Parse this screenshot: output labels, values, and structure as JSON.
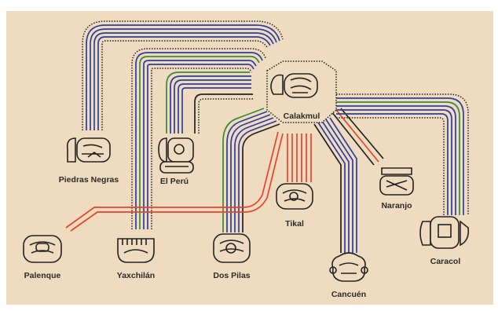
{
  "diagram": {
    "hub": {
      "label": "Calakmul",
      "glyph": "calakmul-emblem-glyph"
    },
    "sites": [
      {
        "key": "piedras",
        "label": "Piedras Negras",
        "glyph": "piedras-negras-emblem-glyph"
      },
      {
        "key": "peru",
        "label": "El Perú",
        "glyph": "el-peru-emblem-glyph"
      },
      {
        "key": "tikal",
        "label": "Tikal",
        "glyph": "tikal-emblem-glyph"
      },
      {
        "key": "naranjo",
        "label": "Naranjo",
        "glyph": "naranjo-emblem-glyph"
      },
      {
        "key": "caracol",
        "label": "Caracol",
        "glyph": "caracol-emblem-glyph"
      },
      {
        "key": "palenque",
        "label": "Palenque",
        "glyph": "palenque-emblem-glyph"
      },
      {
        "key": "yaxchilan",
        "label": "Yaxchilán",
        "glyph": "yaxchilan-emblem-glyph"
      },
      {
        "key": "dospilas",
        "label": "Dos Pilas",
        "glyph": "dos-pilas-emblem-glyph"
      },
      {
        "key": "cancuen",
        "label": "Cancuén",
        "glyph": "cancuen-emblem-glyph"
      }
    ],
    "colors": {
      "background": "#efdcc0",
      "blue": "#2c3f9e",
      "green": "#3a8a3a",
      "red": "#e8432c",
      "black": "#222222"
    }
  }
}
